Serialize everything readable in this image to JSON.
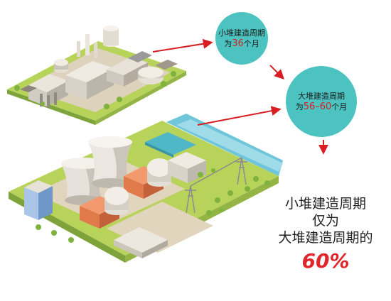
{
  "bubbles": {
    "small": {
      "line1": "小堆建造周期",
      "pre": "为",
      "num": "36",
      "post": "个月"
    },
    "large": {
      "line1": "大堆建造周期",
      "pre": "为",
      "num": "56–60",
      "post": "个月"
    }
  },
  "summary": {
    "line1": "小堆建造周期",
    "line2": "仅为",
    "line3": "大堆建造周期的",
    "percent": "60%"
  },
  "colors": {
    "teal": "#4cc3c0",
    "red": "#d81e23",
    "grass": "#b8d35a",
    "ground": "#d9cbb0"
  }
}
